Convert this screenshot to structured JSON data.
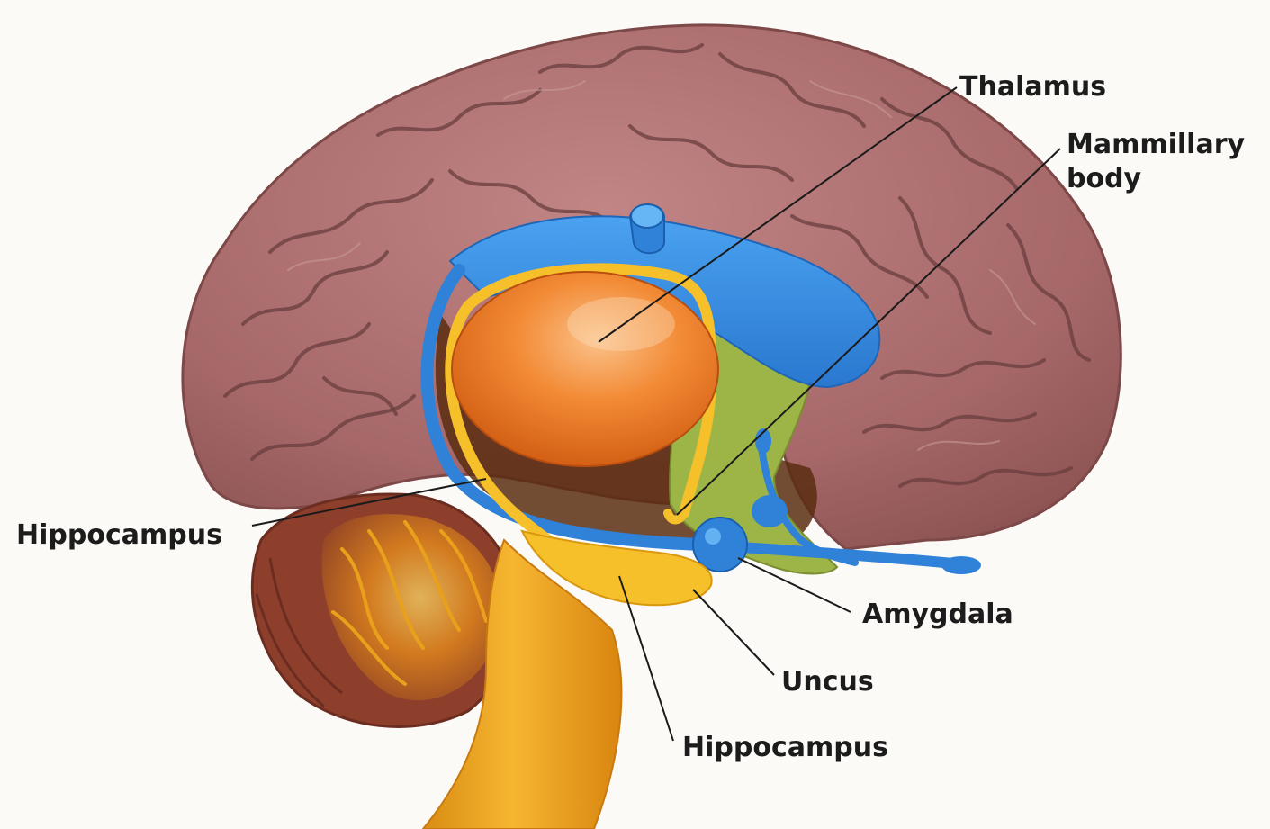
{
  "labels": {
    "thalamus": "Thalamus",
    "mammillary_line1": "Mammillary",
    "mammillary_line2": "body",
    "hippocampus_left": "Hippocampus",
    "amygdala": "Amygdala",
    "uncus": "Uncus",
    "hippocampus_bottom": "Hippocampus"
  },
  "colors": {
    "background": "#fbfaf7",
    "cortex": "#a86a6a",
    "fornix_blue": "#3b8fe0",
    "thalamus_orange": "#f07f24",
    "cingulate_yellow": "#f6c02a",
    "green_region": "#9bb446",
    "cerebellum": "#8a3d2a",
    "brainstem": "#f2a623"
  }
}
